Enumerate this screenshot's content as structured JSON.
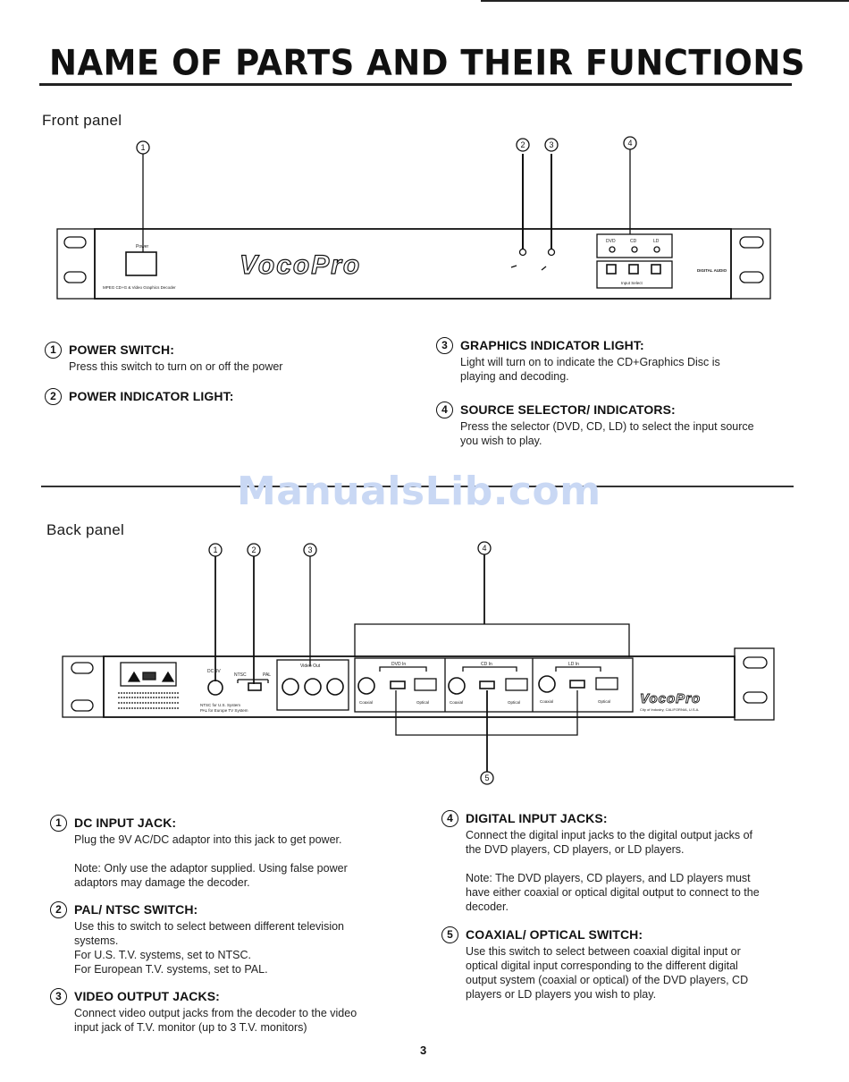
{
  "page": {
    "title": "NAME OF PARTS AND THEIR FUNCTIONS",
    "watermark": "ManualsLib.com",
    "page_number": "3"
  },
  "front_panel": {
    "label": "Front panel",
    "callouts": [
      "1",
      "2",
      "3",
      "4"
    ],
    "device": {
      "brand": "VocoPro",
      "power_label": "Power",
      "indicator_labels": [
        "DVD",
        "CD",
        "LD"
      ],
      "selector_label": "Input Select",
      "fine_print": "MPEG CD+G & Video Graphics Decoder",
      "logo_badge": "DIGITAL AUDIO"
    },
    "items": [
      {
        "num": "1",
        "title": "POWER SWITCH:",
        "body": [
          "Press this switch to turn on or off the power"
        ]
      },
      {
        "num": "2",
        "title": "POWER INDICATOR LIGHT:",
        "body": []
      },
      {
        "num": "3",
        "title": "GRAPHICS INDICATOR LIGHT:",
        "body": [
          "Light will turn on to indicate the CD+Graphics Disc is",
          "playing and decoding."
        ]
      },
      {
        "num": "4",
        "title": "SOURCE SELECTOR/ INDICATORS:",
        "body": [
          "Press the selector (DVD, CD, LD) to select the input source",
          "you wish to play."
        ]
      }
    ]
  },
  "back_panel": {
    "label": "Back panel",
    "callouts": [
      "1",
      "2",
      "3",
      "4",
      "5"
    ],
    "device": {
      "brand": "VocoPro",
      "dc_label": "DC 9V",
      "switch_labels": [
        "NTSC",
        "PAL"
      ],
      "video_label": "Video Out",
      "group_labels": [
        "DVD In",
        "CD In",
        "LD In"
      ],
      "jack_labels": [
        "Coaxial",
        "Optical"
      ],
      "switch_note": [
        "NTSC for U.S. System",
        "PAL for Europe TV System"
      ],
      "origin": "City of Industry, CALIFORNIA, U.S.A."
    },
    "items": [
      {
        "num": "1",
        "title": "DC INPUT JACK:",
        "body": [
          "Plug the 9V AC/DC adaptor into this jack to get power.",
          "",
          "Note: Only use the adaptor supplied. Using false power",
          "adaptors may damage the decoder."
        ]
      },
      {
        "num": "2",
        "title": "PAL/ NTSC SWITCH:",
        "body": [
          "Use this to switch to select between different television",
          "systems.",
          "For U.S. T.V. systems, set to NTSC.",
          "For European T.V. systems, set to PAL."
        ]
      },
      {
        "num": "3",
        "title": "VIDEO OUTPUT JACKS:",
        "body": [
          "Connect video output jacks from the decoder to the video",
          "input jack of T.V. monitor (up to 3 T.V. monitors)"
        ]
      },
      {
        "num": "4",
        "title": "DIGITAL INPUT JACKS:",
        "body": [
          "Connect the digital input jacks to the digital output jacks of",
          "the DVD players, CD players, or LD players.",
          "",
          "Note: The DVD players, CD players, and LD players must",
          "have either coaxial or optical digital output to connect to the",
          "decoder."
        ]
      },
      {
        "num": "5",
        "title": "COAXIAL/ OPTICAL SWITCH:",
        "body": [
          "Use this switch to select between coaxial digital input or",
          "optical digital input corresponding to the different digital",
          "output system (coaxial or optical) of the DVD players, CD",
          "players or LD players you wish to play."
        ]
      }
    ]
  }
}
